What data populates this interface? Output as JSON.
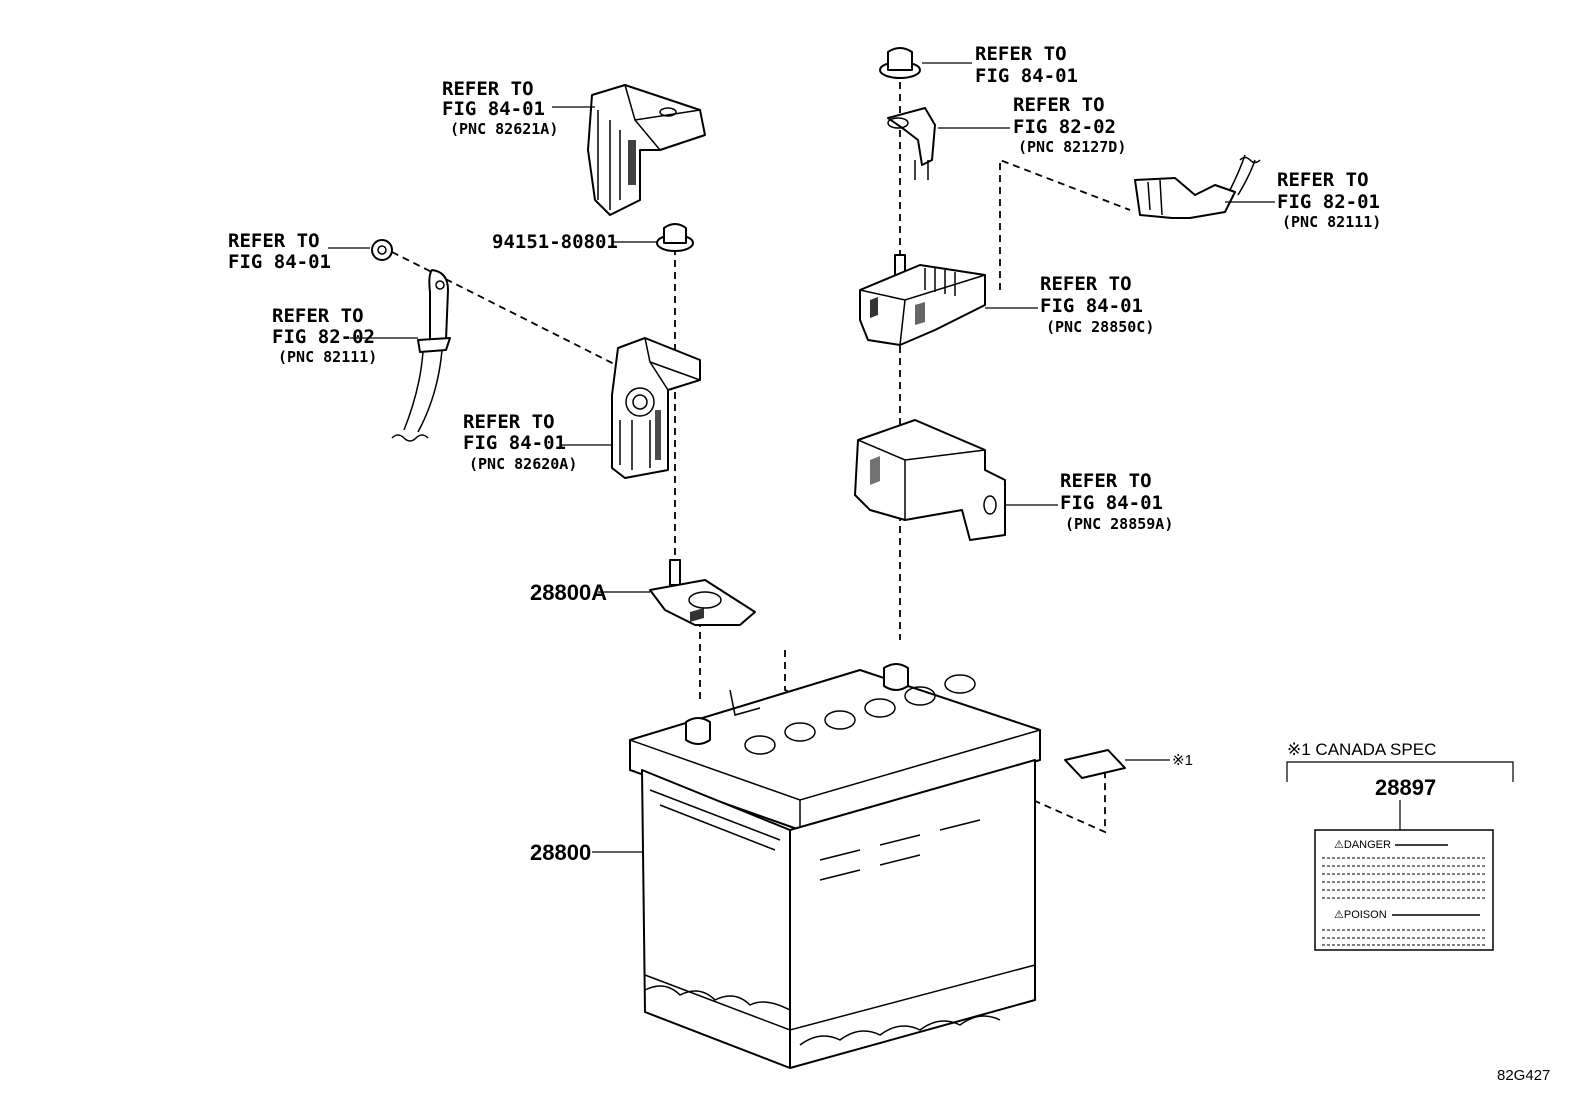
{
  "callouts": {
    "terminal_cover_top": {
      "line1": "REFER TO",
      "line2": "FIG 84-01",
      "pnc": "(PNC 82621A)"
    },
    "nut_left": {
      "line1": "REFER TO",
      "line2": "FIG 84-01"
    },
    "cable_left": {
      "line1": "REFER TO",
      "line2": "FIG 82-02",
      "pnc": "(PNC 82111)"
    },
    "terminal_cover_lower": {
      "line1": "REFER TO",
      "line2": "FIG 84-01",
      "pnc": "(PNC 82620A)"
    },
    "nut_top_right": {
      "line1": "REFER TO",
      "line2": "FIG 84-01"
    },
    "bracket_82127": {
      "line1": "REFER TO",
      "line2": "FIG 82-02",
      "pnc": "(PNC 82127D)"
    },
    "connector_right": {
      "line1": "REFER TO",
      "line2": "FIG 82-01",
      "pnc": "(PNC 82111)"
    },
    "fuse_block": {
      "line1": "REFER TO",
      "line2": "FIG 84-01",
      "pnc": "(PNC 28850C)"
    },
    "fuse_cover": {
      "line1": "REFER TO",
      "line2": "FIG 84-01",
      "pnc": "(PNC 28859A)"
    }
  },
  "parts": {
    "nut": "94151-80801",
    "clamp": "28800A",
    "battery": "28800",
    "label_ref": "※1",
    "label_part": "28897"
  },
  "canada_spec": {
    "title": "※1 CANADA SPEC",
    "danger": "⚠DANGER",
    "poison": "⚠POISON"
  },
  "figure_code": "82G427"
}
